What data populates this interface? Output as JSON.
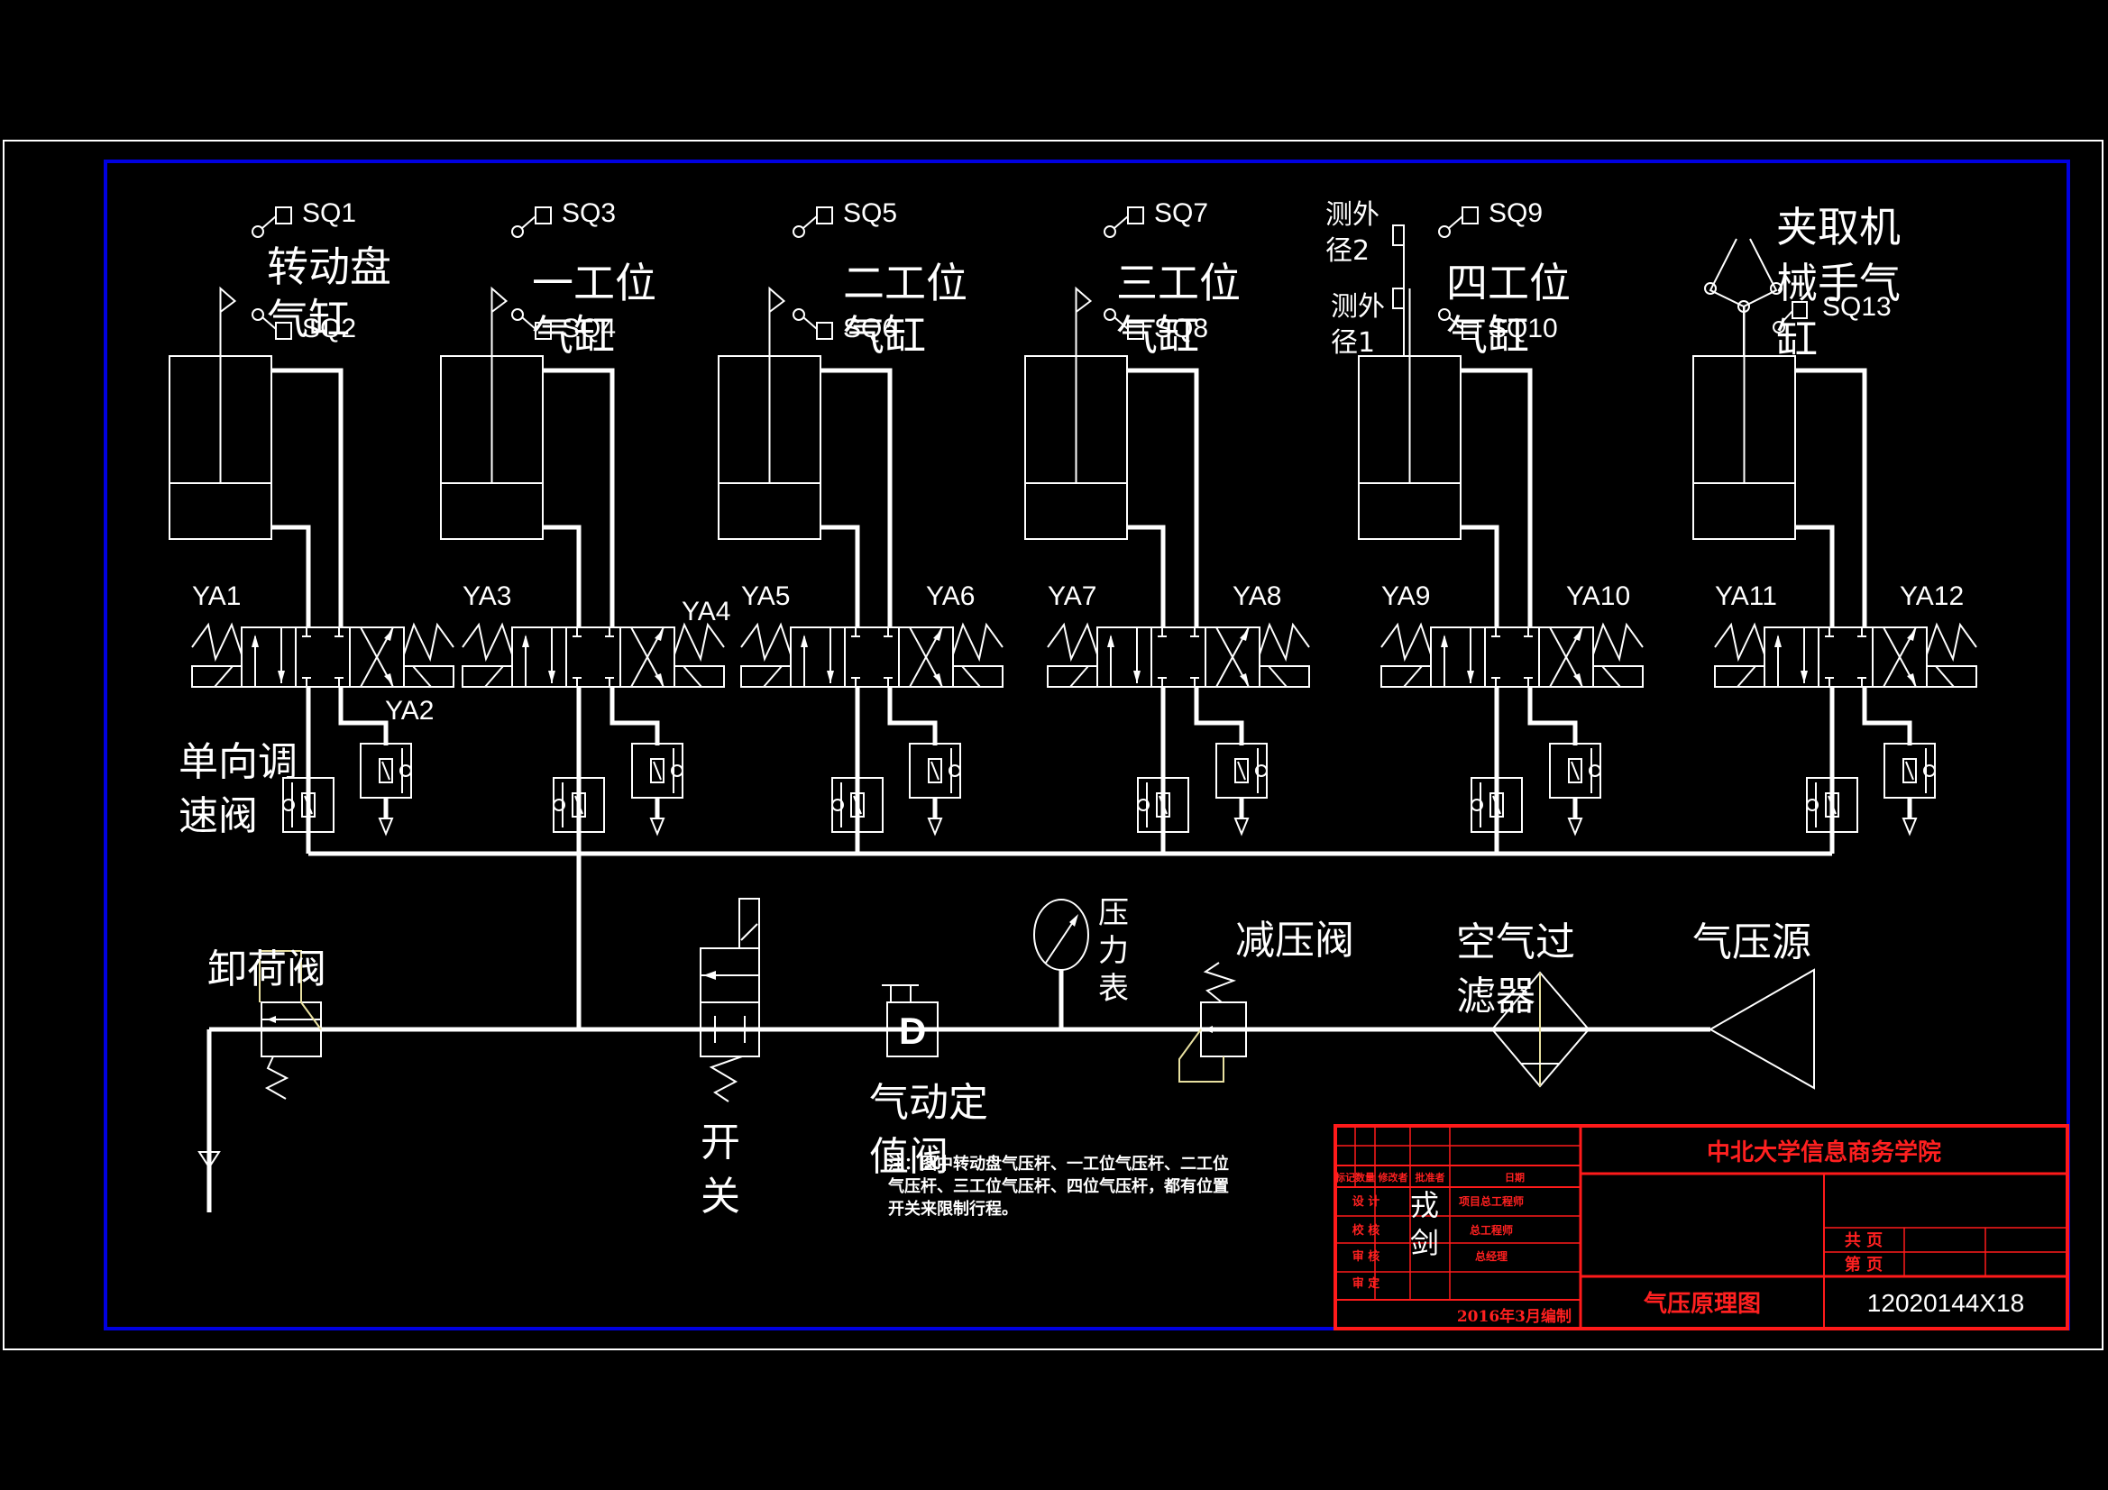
{
  "diagram": {
    "title_block": {
      "institution": "中北大学信息商务学院",
      "drawing_title": "气压原理图",
      "drawing_number": "12020144X18",
      "date_note": "2016年3月编制",
      "designer_name": [
        "戎",
        "剑"
      ],
      "header_cells": [
        "标记",
        "数量",
        "修改者",
        "批准者",
        "日期"
      ],
      "role_rows": [
        {
          "role": "设 计",
          "approver": "项目总工程师"
        },
        {
          "role": "校 核",
          "approver": "总工程师"
        },
        {
          "role": "审 核",
          "approver": "总经理"
        },
        {
          "role": "审 定",
          "approver": ""
        }
      ],
      "total_pages_label": "共  页",
      "page_label": "第  页"
    },
    "cylinders": [
      {
        "name_lines": [
          "转动盘",
          "气缸"
        ],
        "switch_top": "SQ1",
        "switch_bottom": "SQ2",
        "valve_left": "YA1",
        "valve_right": "YA2"
      },
      {
        "name_lines": [
          "一工位",
          "气缸"
        ],
        "switch_top": "SQ3",
        "switch_bottom": "SQ4",
        "valve_left": "YA3",
        "valve_right": "YA4"
      },
      {
        "name_lines": [
          "二工位",
          "气缸"
        ],
        "switch_top": "SQ5",
        "switch_bottom": "SQ6",
        "valve_left": "YA5",
        "valve_right": "YA6"
      },
      {
        "name_lines": [
          "三工位",
          "气缸"
        ],
        "switch_top": "SQ7",
        "switch_bottom": "SQ8",
        "valve_left": "YA7",
        "valve_right": "YA8"
      },
      {
        "name_lines": [
          "四工位",
          "气缸"
        ],
        "switch_top": "SQ9",
        "switch_bottom": "SQ10",
        "valve_left": "YA9",
        "valve_right": "YA10"
      },
      {
        "name_lines": [
          "夹取机",
          "械手气",
          "缸"
        ],
        "switch_top": "",
        "switch_bottom": "SQ13",
        "valve_left": "YA11",
        "valve_right": "YA12"
      }
    ],
    "measure_labels": [
      [
        "测外",
        "径2"
      ],
      [
        "测外",
        "径1"
      ]
    ],
    "components": {
      "one_way_speed_valve": [
        "单向调",
        "速阀"
      ],
      "unloading_valve": "卸荷阀",
      "switch": [
        "开",
        "关"
      ],
      "pneumatic_valve": [
        "气动定",
        "值阀"
      ],
      "pneumatic_valve_symbol": "D",
      "pressure_gauge": [
        "压",
        "力",
        "表"
      ],
      "reducing_valve": "减压阀",
      "air_filter": [
        "空气过",
        "滤器"
      ],
      "air_source": "气压源"
    },
    "note_lines": [
      "注：图中转动盘气压杆、一工位气压杆、二工位",
      "气压杆、三工位气压杆、四位气压杆，都有位置",
      "开关来限制行程。"
    ]
  }
}
